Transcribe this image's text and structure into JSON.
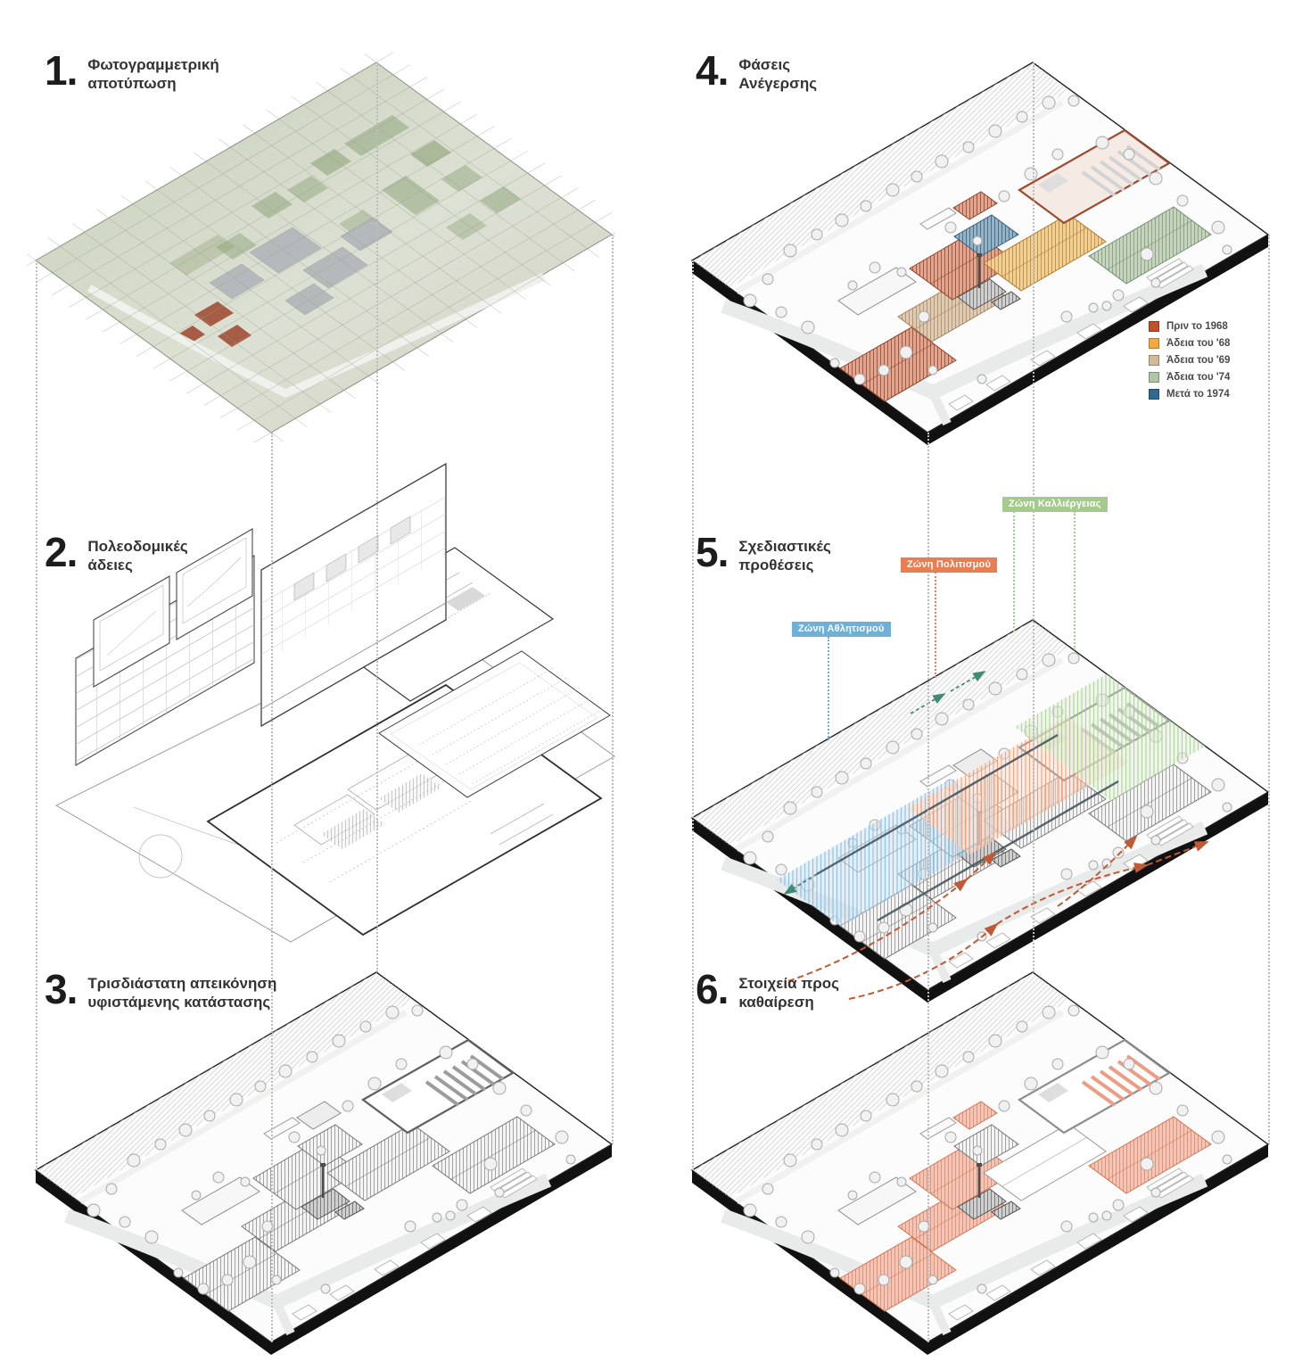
{
  "document": {
    "background": "#ffffff"
  },
  "panels": [
    {
      "number": "1.",
      "title_lines": [
        "Φωτογραμμετρική",
        "αποτύπωση"
      ]
    },
    {
      "number": "2.",
      "title_lines": [
        "Πολεοδομικές",
        "άδειες"
      ]
    },
    {
      "number": "3.",
      "title_lines": [
        "Τρισδιάστατη απεικόνηση",
        "υφιστάμενης κατάστασης"
      ]
    },
    {
      "number": "4.",
      "title_lines": [
        "Φάσεις",
        "Ανέγερσης"
      ]
    },
    {
      "number": "5.",
      "title_lines": [
        "Σχεδιαστικές",
        "προθέσεις"
      ]
    },
    {
      "number": "6.",
      "title_lines": [
        "Στοιχεία προς",
        "καθαίρεση"
      ]
    }
  ],
  "legend": {
    "items": [
      {
        "label": "Πριν το 1968",
        "color": "#c1502c"
      },
      {
        "label": "Άδεια του '68",
        "color": "#f5a83f"
      },
      {
        "label": "Άδεια του '69",
        "color": "#d6b898"
      },
      {
        "label": "Άδεια του '74",
        "color": "#aec6a5"
      },
      {
        "label": "Μετά το 1974",
        "color": "#30688f"
      }
    ]
  },
  "zones": [
    {
      "label": "Ζώνη Αθλητισμού",
      "color": "#6fb0d6"
    },
    {
      "label": "Ζώνη Πολιτισμού",
      "color": "#e87e52"
    },
    {
      "label": "Ζώνη Καλλιέργειας",
      "color": "#a4ca8d"
    }
  ]
}
